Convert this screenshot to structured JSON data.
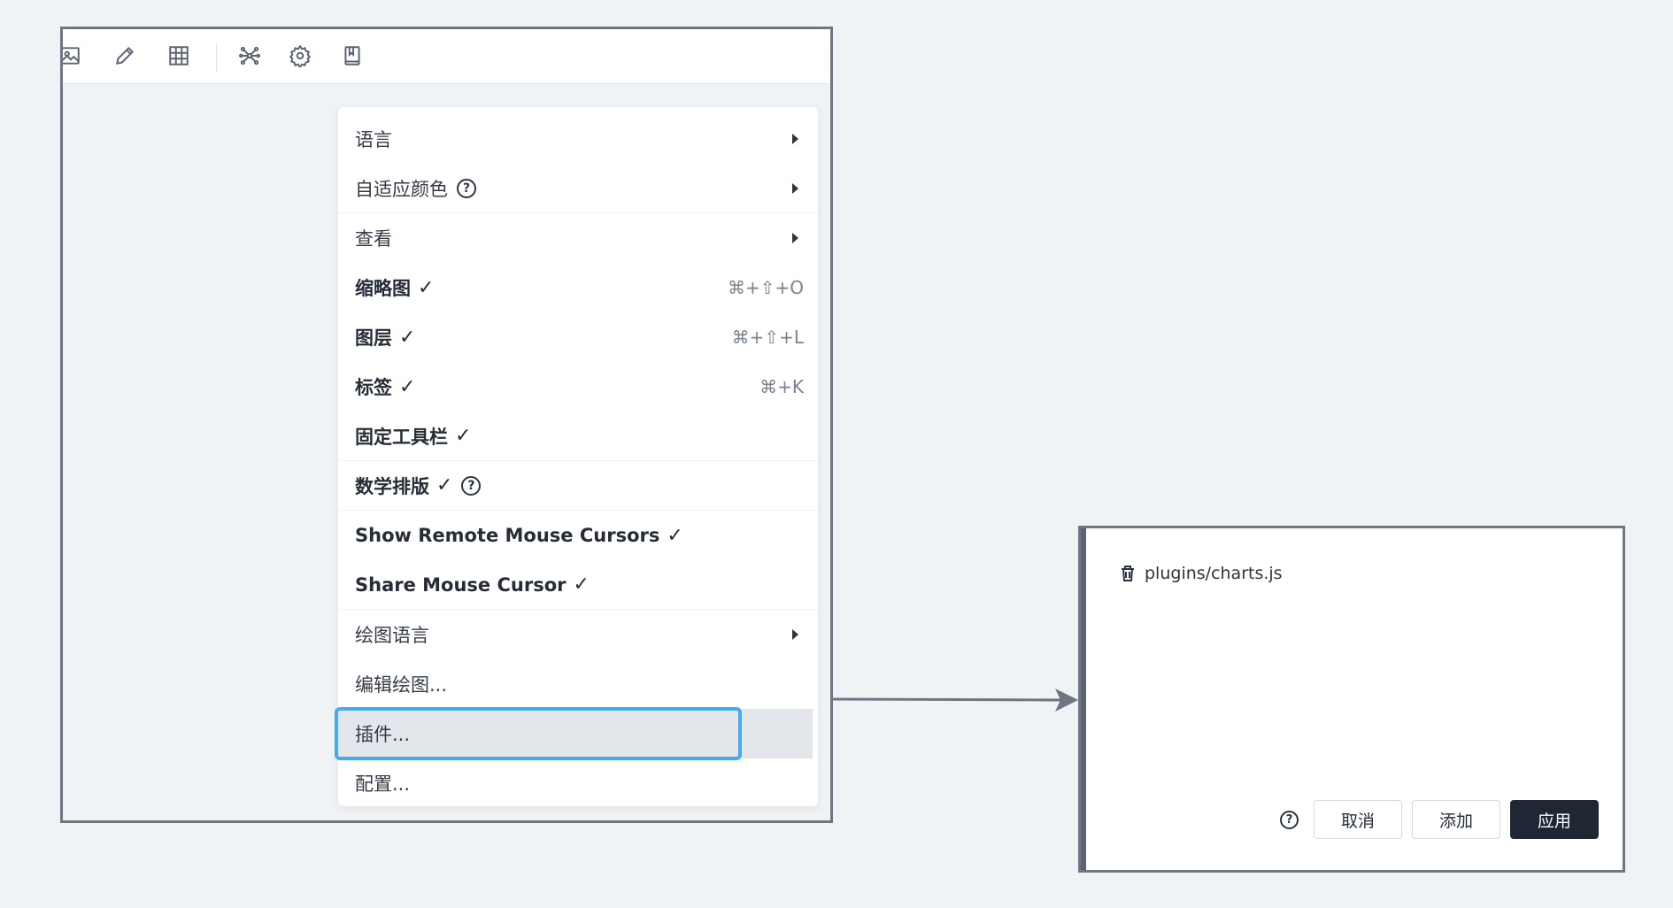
{
  "menu": {
    "items": [
      {
        "label": "语言",
        "submenu": true
      },
      {
        "label": "自适应颜色",
        "help": "?",
        "submenu": true
      },
      {
        "label": "查看",
        "submenu": true
      },
      {
        "label": "缩略图",
        "check": "✓",
        "shortcut": "⌘+⇧+O"
      },
      {
        "label": "图层",
        "check": "✓",
        "shortcut": "⌘+⇧+L"
      },
      {
        "label": "标签",
        "check": "✓",
        "shortcut": "⌘+K"
      },
      {
        "label": "固定工具栏",
        "check": "✓"
      },
      {
        "label": "数学排版",
        "check": "✓",
        "help": "?"
      },
      {
        "label": "Show Remote Mouse Cursors",
        "check": "✓"
      },
      {
        "label": "Share Mouse Cursor",
        "check": "✓"
      },
      {
        "label": "绘图语言",
        "submenu": true
      },
      {
        "label": "编辑绘图..."
      },
      {
        "label": "插件...",
        "highlighted": true
      },
      {
        "label": "配置..."
      }
    ]
  },
  "toolbar": {
    "icons": [
      "image-icon",
      "pencil-icon",
      "grid-icon",
      "network-icon",
      "gear-icon",
      "book-icon"
    ]
  },
  "dialog": {
    "plugin_file": "plugins/charts.js",
    "help": "?",
    "cancel_label": "取消",
    "add_label": "添加",
    "apply_label": "应用"
  },
  "colors": {
    "highlight_border": "#4aa8ec",
    "primary_button": "#1e2733",
    "frame_border": "#6f7683"
  }
}
